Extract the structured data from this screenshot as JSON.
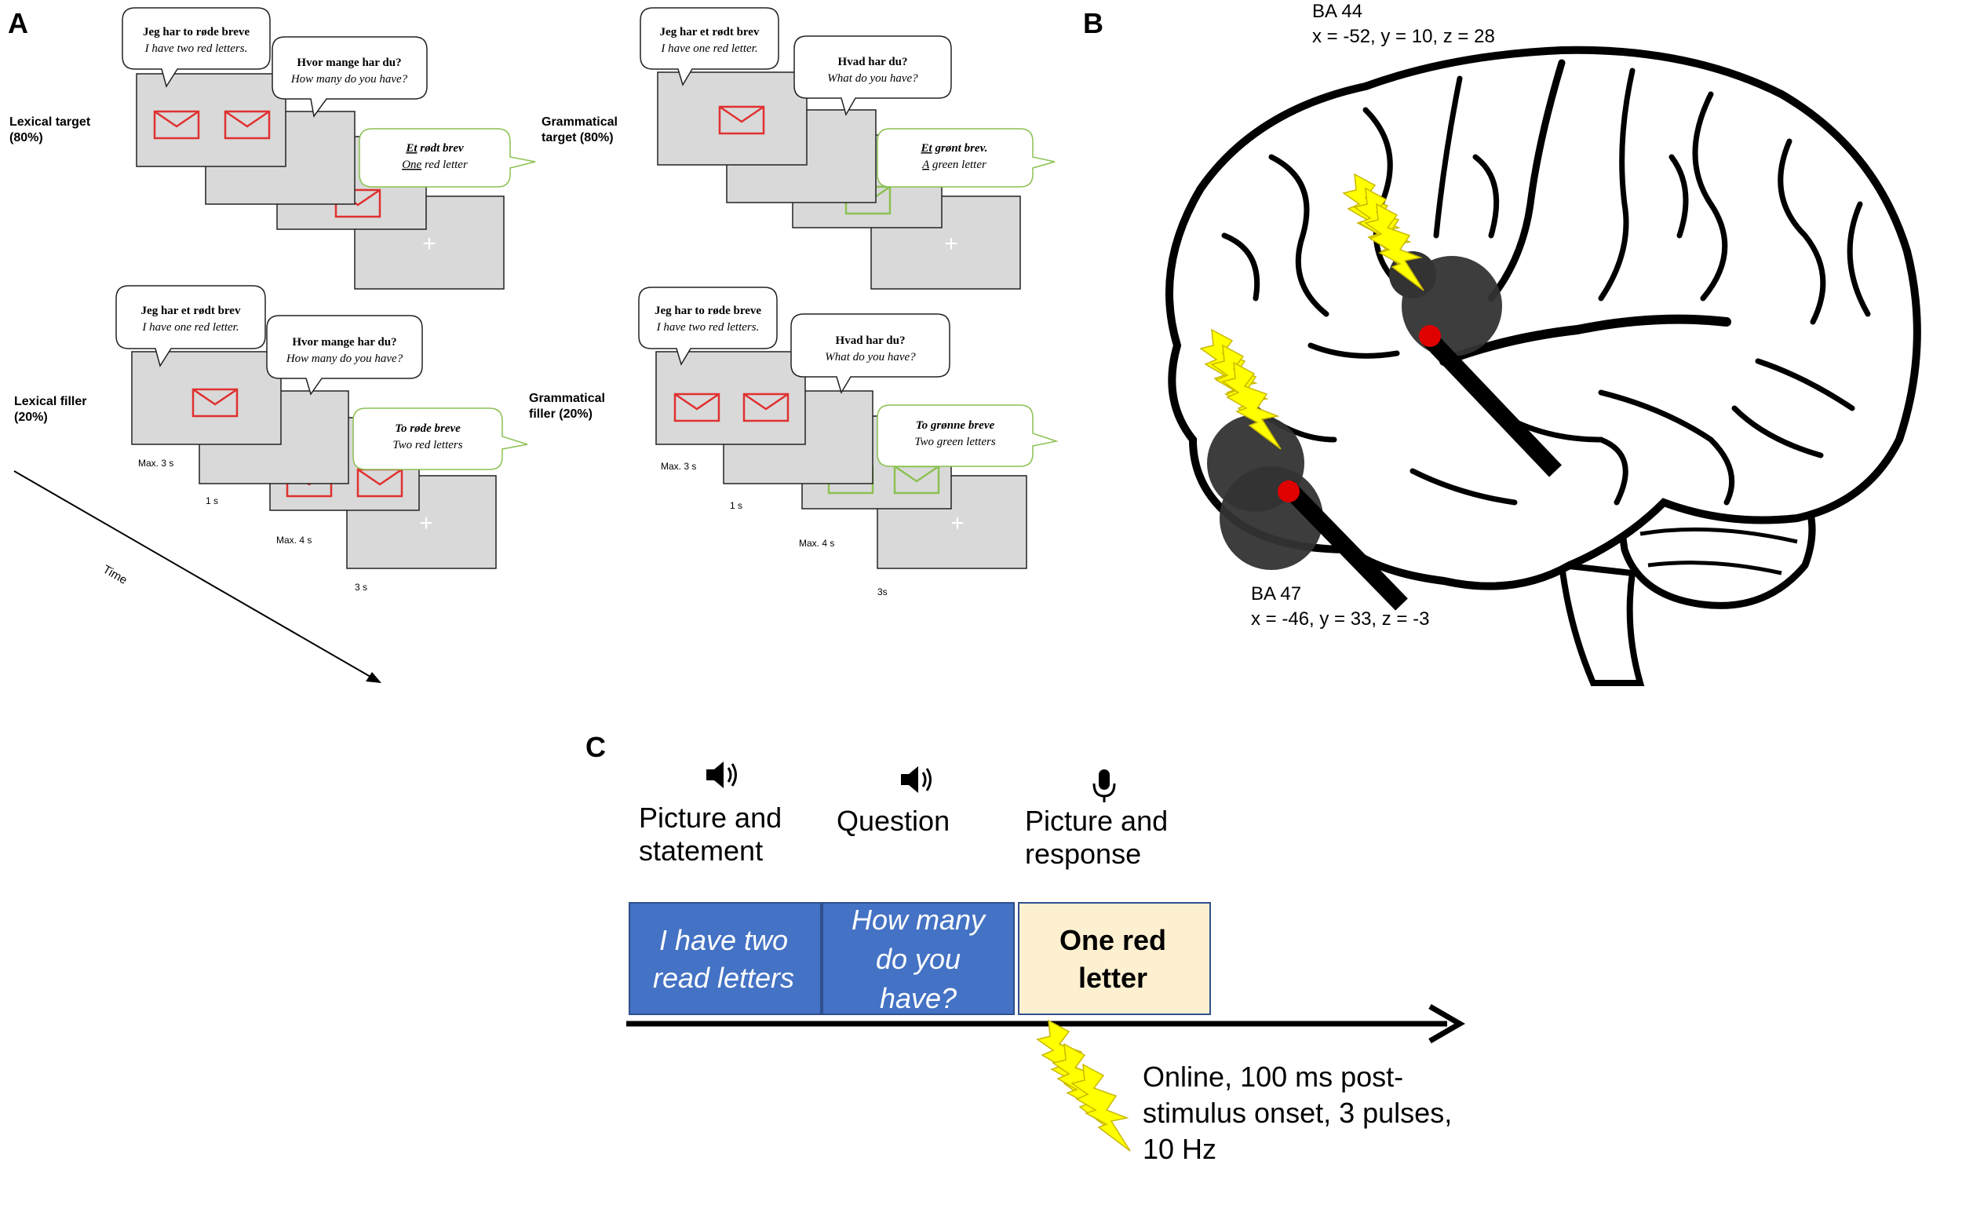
{
  "panels": {
    "a": "A",
    "b": "B",
    "c": "C"
  },
  "colors": {
    "envelope_red": "#e03030",
    "envelope_green": "#8cc152",
    "bolt": "#ffff00",
    "box_blue": "#4472c4",
    "box_cream": "#fdf0d0",
    "screen_grey": "#d9d9d9"
  },
  "panel_a": {
    "lexical_target": {
      "label": [
        "Lexical target",
        "(80%)"
      ],
      "statement": {
        "no": "Jeg har to røde breve",
        "en": "I have two red letters."
      },
      "question": {
        "no": "Hvor mange har du?",
        "en": "How many do you have?"
      },
      "answer": {
        "no_u": "Et",
        "no_rest": " rødt brev",
        "en_u": "One",
        "en_rest": " red letter"
      }
    },
    "grammatical_target": {
      "label": [
        "Grammatical",
        "target (80%)"
      ],
      "statement": {
        "no": "Jeg har et rødt brev",
        "en": "I have one red letter."
      },
      "question": {
        "no": "Hvad har du?",
        "en": "What do you have?"
      },
      "answer": {
        "no_u": "Et",
        "no_rest": " grønt brev.",
        "en_u": "A",
        "en_rest": " green letter"
      }
    },
    "lexical_filler": {
      "label": [
        "Lexical filler",
        "(20%)"
      ],
      "statement": {
        "no": "Jeg har et rødt brev",
        "en": "I have one red letter."
      },
      "question": {
        "no": "Hvor mange har du?",
        "en": "How many do you have?"
      },
      "answer": {
        "no": "To røde breve",
        "en": "Two red letters"
      }
    },
    "grammatical_filler": {
      "label": [
        "Grammatical",
        "filler (20%)"
      ],
      "statement": {
        "no": "Jeg har to røde breve",
        "en": "I have two red letters."
      },
      "question": {
        "no": "Hvad har du?",
        "en": "What do you have?"
      },
      "answer": {
        "no": "To grønne breve",
        "en": "Two green letters"
      }
    },
    "timings": {
      "t1": "Max. 3 s",
      "t2": "1 s",
      "t3": "Max. 4 s",
      "t4": "3 s",
      "t4_alt": "3s"
    },
    "time_axis_label": "Time"
  },
  "panel_b": {
    "ba44": {
      "name": "BA 44",
      "coords": "x = -52, y = 10, z = 28"
    },
    "ba47": {
      "name": "BA 47",
      "coords": "x = -46, y = 33, z = -3"
    }
  },
  "panel_c": {
    "phases": [
      {
        "icon": "speaker-icon",
        "label": [
          "Picture and",
          "statement"
        ]
      },
      {
        "icon": "speaker-icon",
        "label": [
          "Question"
        ]
      },
      {
        "icon": "microphone-icon",
        "label": [
          "Picture and",
          "response"
        ]
      }
    ],
    "boxes": [
      {
        "lines": [
          "I have two",
          "read letters"
        ]
      },
      {
        "lines": [
          "How many",
          "do you",
          "have?"
        ]
      },
      {
        "lines": [
          "One red",
          "letter"
        ]
      }
    ],
    "stimulation_note": [
      "Online, 100 ms post-",
      "stimulus onset, 3 pulses,",
      "10 Hz"
    ]
  }
}
